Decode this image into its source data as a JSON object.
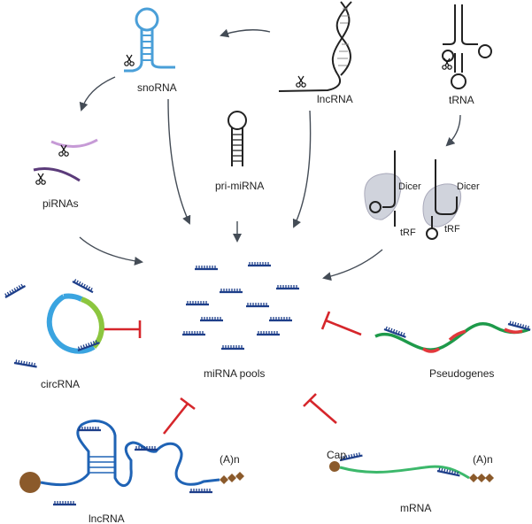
{
  "labels": {
    "snorna": "snoRNA",
    "lncrna_top": "lncRNA",
    "trna": "tRNA",
    "pirnas": "piRNAs",
    "pri_mirna": "pri-miRNA",
    "dicer_left": "Dicer",
    "dicer_right": "Dicer",
    "trf_left": "tRF",
    "trf_right": "tRF",
    "mirna_pools": "miRNA pools",
    "circrna": "circRNA",
    "pseudogenes": "Pseudogenes",
    "lncrna_bottom": "lncRNA",
    "mrna": "mRNA",
    "cap": "Cap",
    "polya_left": "(A)n",
    "polya_right": "(A)n"
  },
  "colors": {
    "snorna_blue": "#4a9fd8",
    "lncrna_blue": "#1f63b5",
    "mirna_dark_blue": "#1e3f8a",
    "inhibit_red": "#d6262b",
    "circ_green": "#8cc63f",
    "pseudo_green": "#1e9a4a",
    "mrna_green": "#3cb86b",
    "cap_brown": "#8b5a2b",
    "dicer_gray": "#d0d3dc",
    "pirna_purple": "#c69ad6",
    "pirna_dark_purple": "#5b3b7a",
    "arrow_gray": "#444c56"
  },
  "icons": [
    "scissors-icon",
    "ma-icon"
  ]
}
